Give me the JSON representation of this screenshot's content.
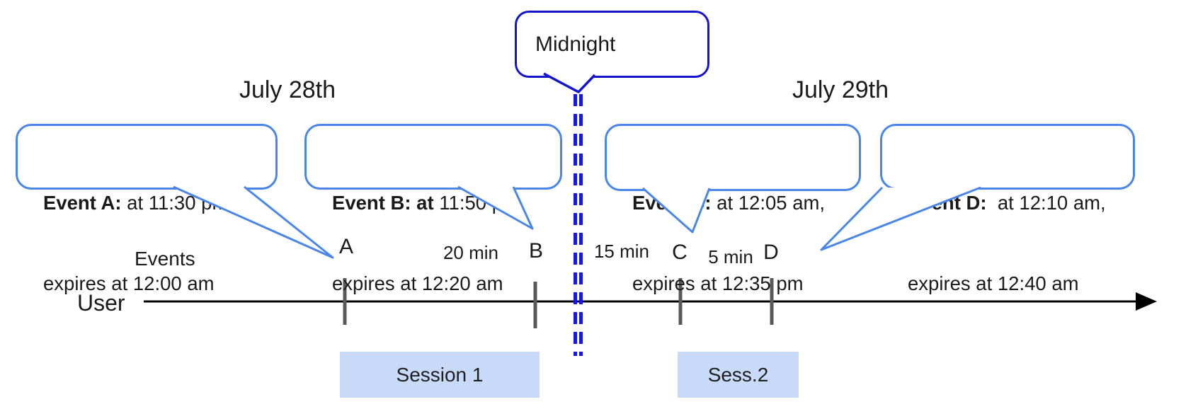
{
  "titles": {
    "left_day": "July 28th",
    "right_day": "July 29th"
  },
  "midnight": {
    "label": "Midnight"
  },
  "axis": {
    "row_label": "User",
    "events_label": "Events"
  },
  "bubbles": [
    {
      "id": "A",
      "bold": "Event A:",
      "rest": " at 11:30 pm,",
      "line2": "expires at 12:00 am"
    },
    {
      "id": "B",
      "bold": "Event B: at",
      "rest": " 11:50 pm,",
      "line2": "expires at 12:20 am"
    },
    {
      "id": "C",
      "bold": "Event C:",
      "rest": " at 12:05 am,",
      "line2": "expires at 12:35 pm"
    },
    {
      "id": "D",
      "bold": "Event D:",
      "rest": "  at 12:10 am,",
      "line2": "expires at 12:40 am"
    }
  ],
  "timeline": {
    "marks": [
      "A",
      "B",
      "C",
      "D"
    ],
    "intervals": [
      "20 min",
      "15 min",
      "5 min"
    ]
  },
  "sessions": [
    {
      "label": "Session 1"
    },
    {
      "label": "Sess.2"
    }
  ],
  "colors": {
    "bubble_border": "#4a86e8",
    "midnight_border": "#1414cc",
    "midnight_dash": "#1717dd",
    "session_fill": "#c9daf8",
    "tick": "#595959",
    "timeline": "#000000"
  }
}
